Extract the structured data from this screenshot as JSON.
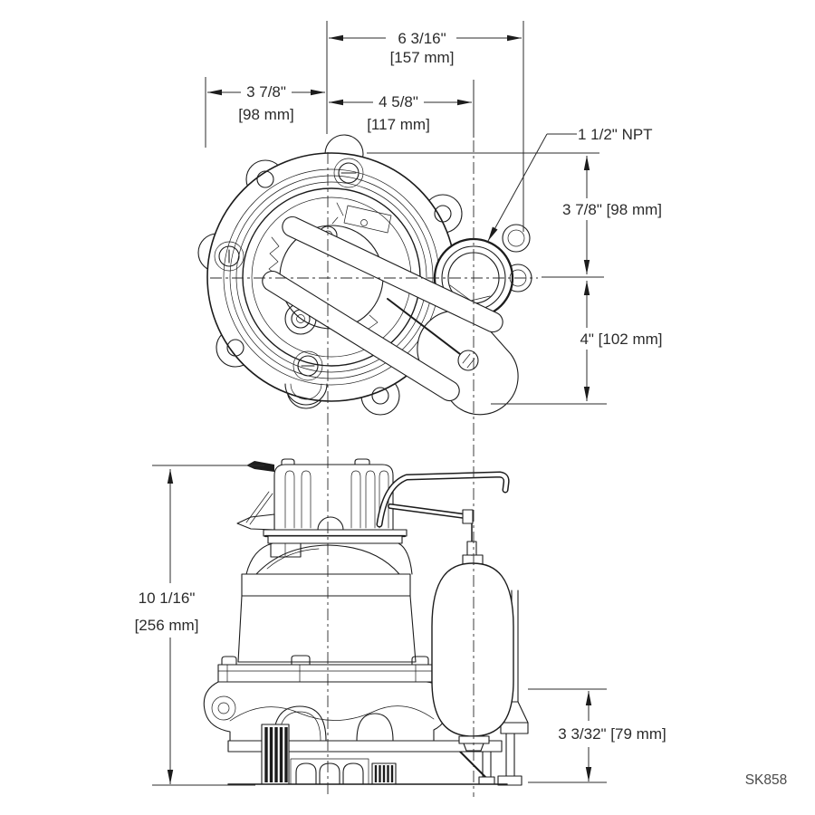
{
  "drawing": {
    "drawing_number": "SK858",
    "port_label": "1 1/2\" NPT",
    "colors": {
      "line": "#1c1c1c",
      "text": "#2b2b2b",
      "muted_text": "#4a4a4a",
      "background": "#ffffff"
    },
    "dimensions": {
      "flange_center_to_left_edge": {
        "inches": "3 7/8\"",
        "millimeters": "[98 mm]"
      },
      "flange_center_to_discharge_center": {
        "inches": "4 5/8\"",
        "millimeters": "[117 mm]"
      },
      "overall_width": {
        "inches": "6 3/16\"",
        "millimeters": "[157 mm]"
      },
      "top_edge_to_discharge_center": {
        "combined": "3 7/8\" [98 mm]"
      },
      "discharge_center_to_float_edge": {
        "combined": "4\" [102 mm]"
      },
      "overall_height": {
        "inches": "10 1/16\"",
        "millimeters": "[256 mm]"
      },
      "base_section_height": {
        "combined": "3 3/32\" [79 mm]"
      }
    }
  }
}
